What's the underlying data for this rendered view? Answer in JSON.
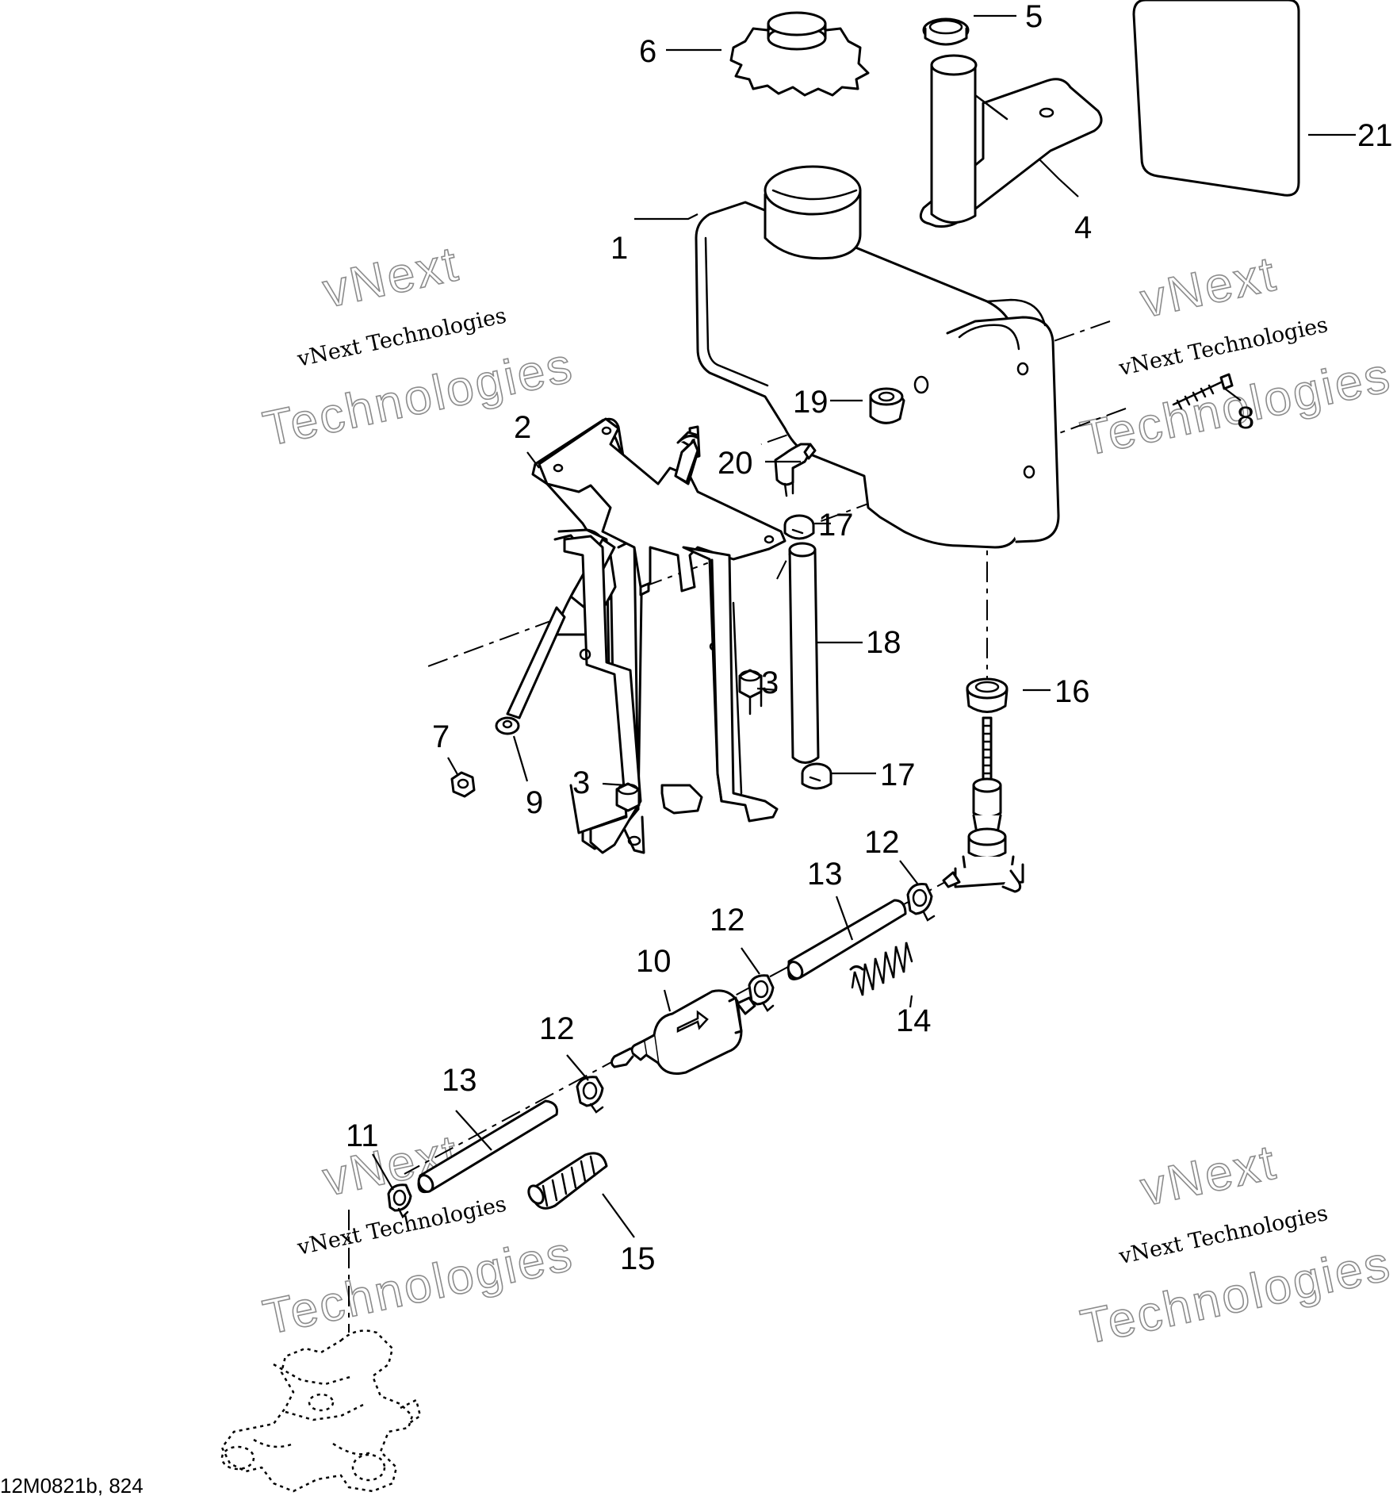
{
  "diagram": {
    "reference_code": "12M0821b, 824",
    "callouts": [
      "1",
      "2",
      "3",
      "3",
      "4",
      "5",
      "6",
      "7",
      "8",
      "9",
      "10",
      "11",
      "12",
      "12",
      "12",
      "13",
      "13",
      "14",
      "15",
      "16",
      "17",
      "17",
      "18",
      "19",
      "20",
      "21"
    ],
    "watermark": {
      "line1": "vNext",
      "line2": "vNext Technologies",
      "line3": "Technologies"
    },
    "colors": {
      "line": "#000000",
      "background": "#ffffff",
      "watermark_outline": "#8c8c8c"
    }
  }
}
